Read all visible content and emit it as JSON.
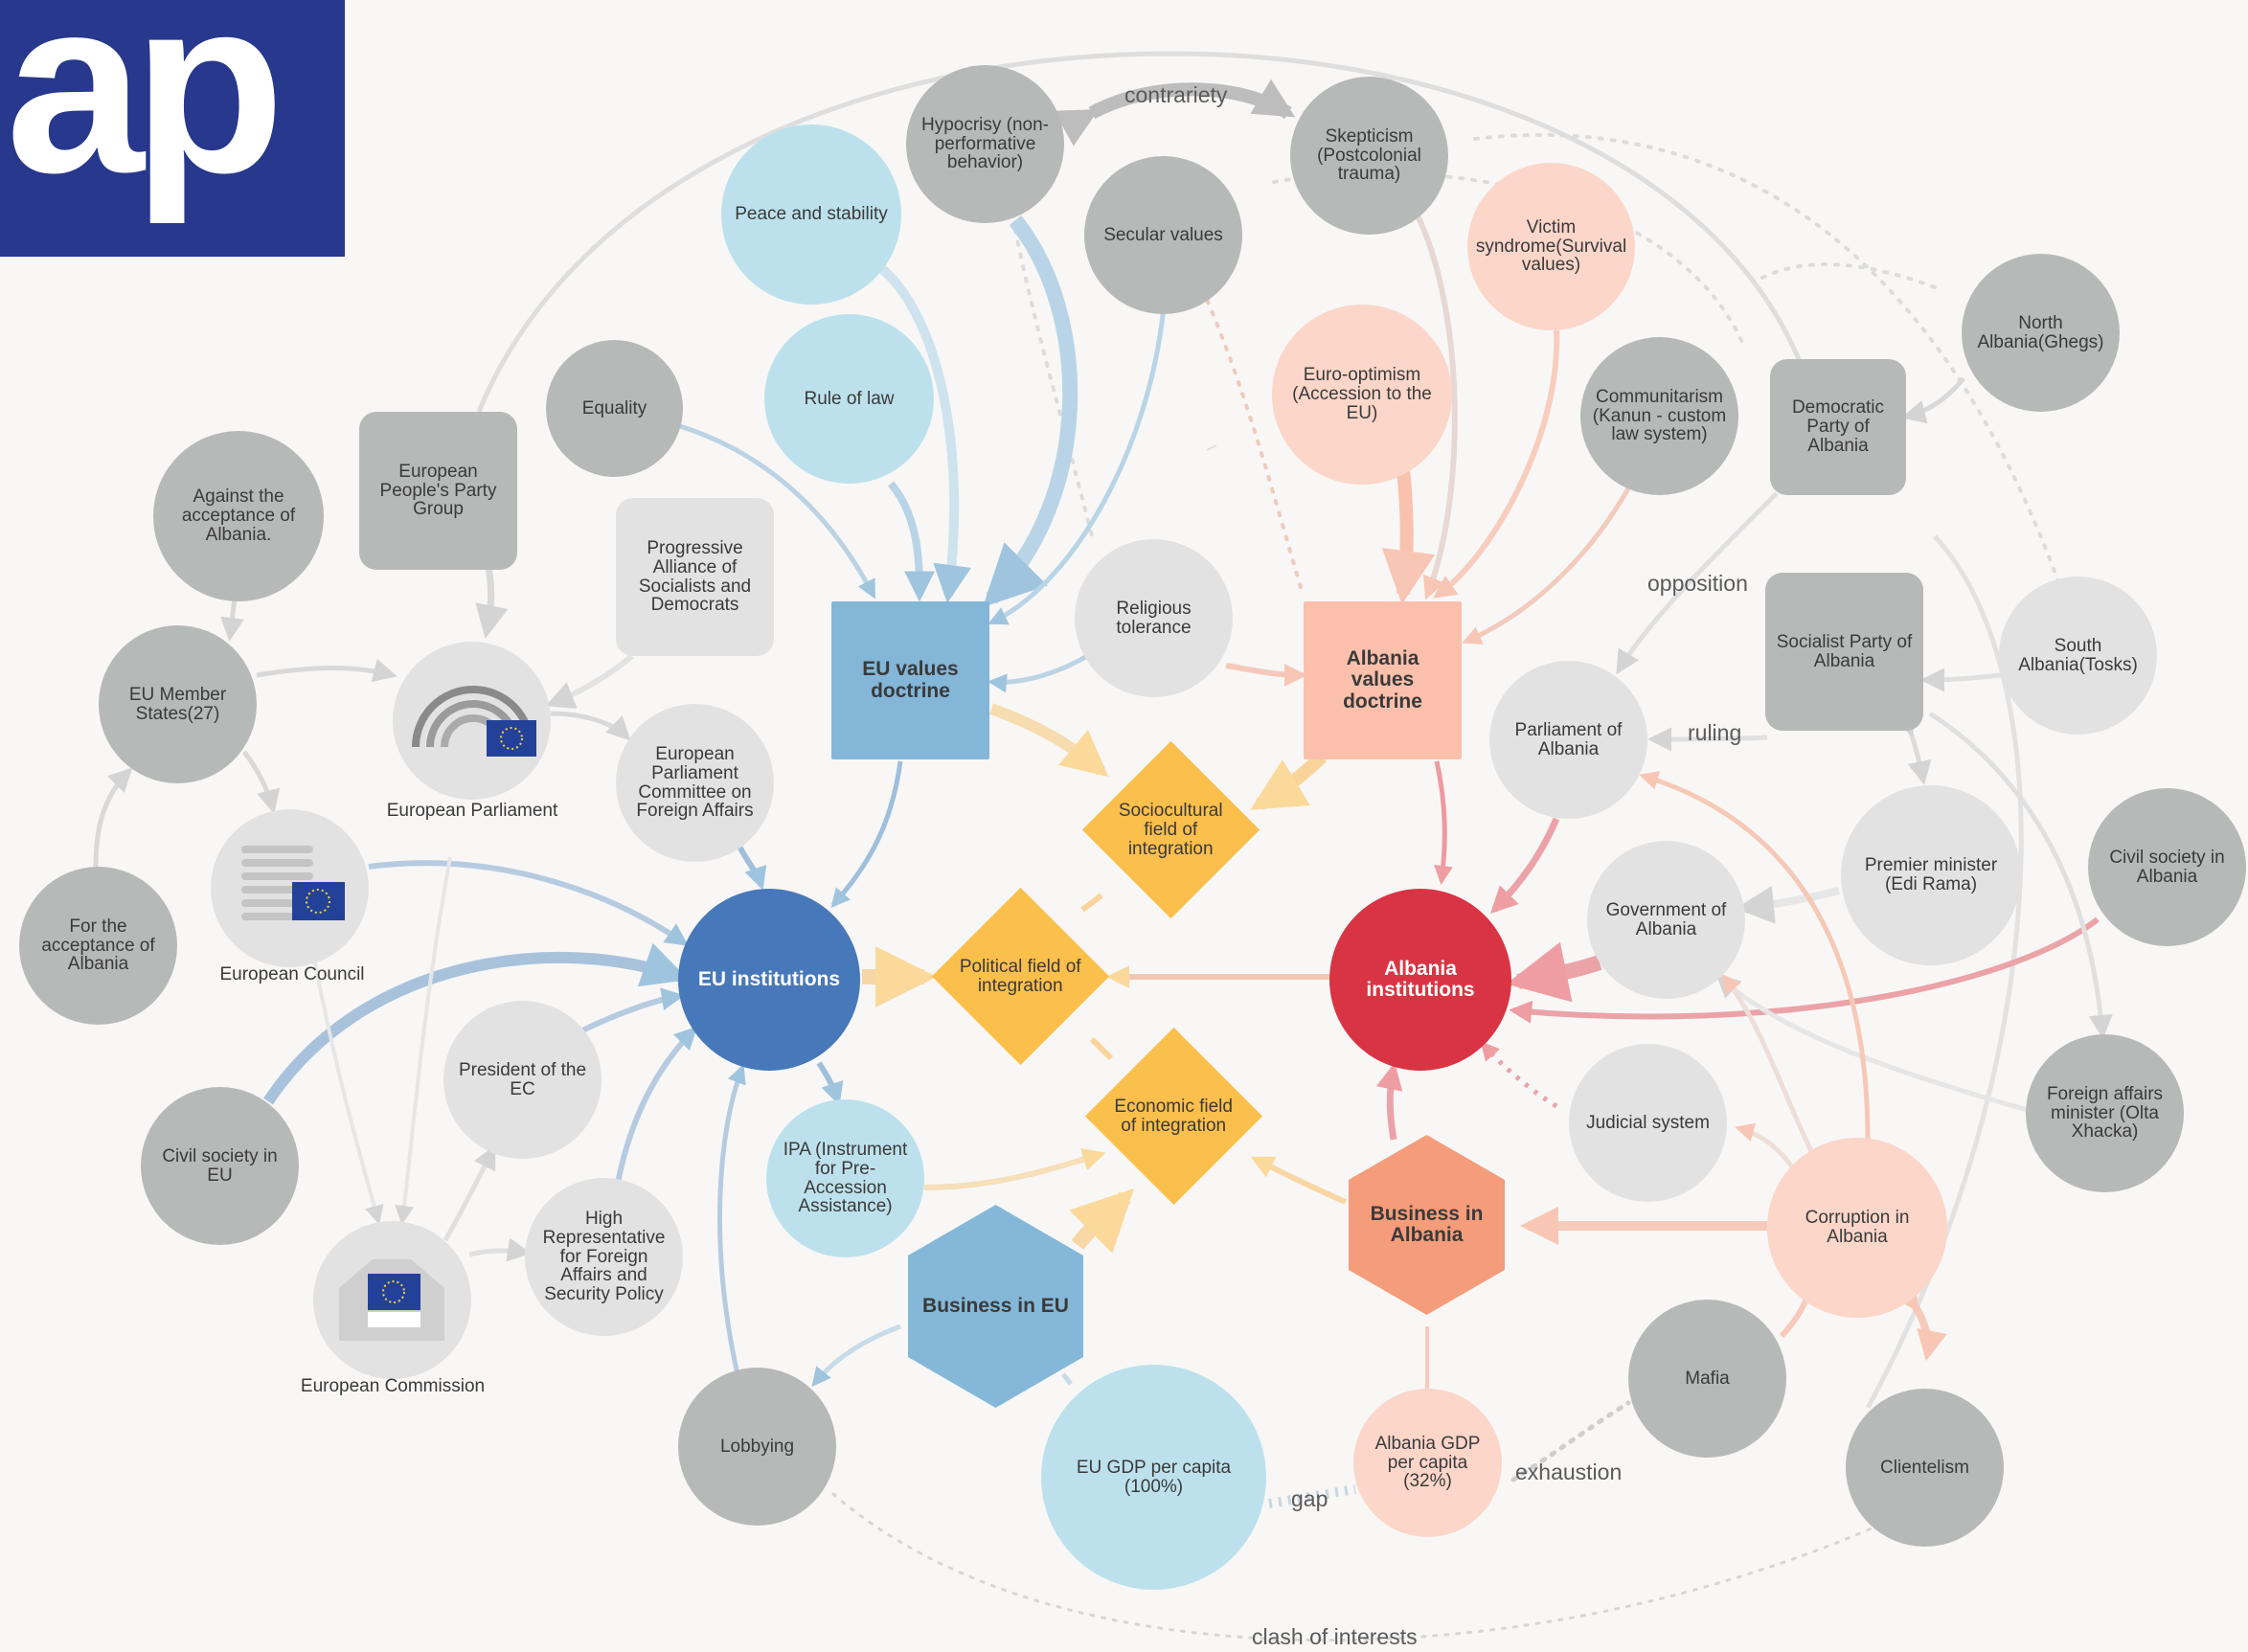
{
  "logo": {
    "text": "ap"
  },
  "colors": {
    "gray_dark": "#b7b9b8",
    "gray_light": "#e3e2e2",
    "blue_light": "#bde1ec",
    "blue_medium": "#84b7d8",
    "blue_dark": "#4778b9",
    "salmon_light": "#fbd6c9",
    "salmon": "#f59c7b",
    "red": "#d93443",
    "yellow": "#fbbf4c",
    "logo_blue": "#27388d"
  },
  "nodes": {
    "eu_values": "EU values doctrine",
    "albania_values": "Albania values doctrine",
    "eu_institutions": "EU institutions",
    "albania_institutions": "Albania institutions",
    "sociocultural_field": "Sociocultural field of integration",
    "political_field": "Political field of integration",
    "economic_field": "Economic field of integration",
    "business_eu": "Business in EU",
    "business_albania": "Business in Albania",
    "peace": "Peace and stability",
    "rule_of_law": "Rule of law",
    "hypocrisy": "Hypocrisy (non-performative behavior)",
    "secular": "Secular values",
    "skepticism": "Skepticism (Postcolonial trauma)",
    "victim": "Victim syndrome(Survival values)",
    "euro_optimism": "Euro-optimism (Accession to the EU)",
    "communitarism": "Communitarism (Kanun - custom law system)",
    "democratic_party": "Democratic Party of Albania",
    "north_albania": "North Albania(Ghegs)",
    "equality": "Equality",
    "epp": "European People's Party Group",
    "against_acceptance": "Against the acceptance of Albania.",
    "progressive_alliance": "Progressive Alliance of Socialists and Democrats",
    "religious_tolerance": "Religious tolerance",
    "socialist_party": "Socialist Party of Albania",
    "south_albania": "South Albania(Tosks)",
    "eu_member_states": "EU Member States(27)",
    "ep_committee": "European Parliament Committee on Foreign Affairs",
    "parliament_albania": "Parliament of Albania",
    "premier": "Premier minister (Edi Rama)",
    "civil_society_albania": "Civil society in Albania",
    "government_albania": "Government of Albania",
    "for_acceptance": "For the acceptance of Albania",
    "president_ec": "President of the EC",
    "ipa": "IPA (Instrument for Pre-Accession Assistance)",
    "judicial": "Judicial system",
    "foreign_minister": "Foreign affairs minister (Olta Xhacka)",
    "civil_society_eu": "Civil society in EU",
    "high_rep": "High Representative for Foreign Affairs and Security Policy",
    "corruption": "Corruption in Albania",
    "lobbying": "Lobbying",
    "eu_gdp": "EU GDP per capita (100%)",
    "albania_gdp": "Albania GDP per capita (32%)",
    "mafia": "Mafia",
    "clientelism": "Clientelism"
  },
  "captions": {
    "european_parliament": "European Parliament",
    "european_council": "European Council",
    "european_commission": "European Commission"
  },
  "edge_labels": {
    "contrariety": "contrariety",
    "opposition": "opposition",
    "ruling": "ruling",
    "gap": "gap",
    "exhaustion": "exhaustion",
    "clash": "clash of interests"
  },
  "icons": {
    "european_parliament": "eu-parliament-hemicycle-icon",
    "european_council": "eu-council-building-icon",
    "european_commission": "eu-commission-building-icon",
    "eu_flag": "eu-flag-icon"
  }
}
